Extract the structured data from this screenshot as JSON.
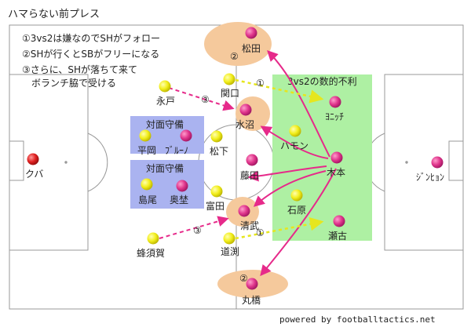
{
  "title": "ハマらない前プレス",
  "notes": [
    "①3vs2は嫌なのでSHがフォロー",
    "②SHが行くとSBがフリーになる",
    "③さらに、SHが落ちて来て",
    "　ボランチ脇で受ける"
  ],
  "credit": "powered by footballtactics.net",
  "zones": {
    "numerical_disadvantage": "3vs2の数的不利",
    "marking_top": "対面守備",
    "marking_bottom": "対面守備"
  },
  "markers": {
    "m1": "①",
    "m2": "②",
    "m3": "③"
  },
  "players": {
    "pink": {
      "matsuda": "松田",
      "yonitchi": "ﾖﾆｯﾁ",
      "mizunuma": "水沼",
      "bruno": "ﾌﾞﾙｰﾉ",
      "fujita": "藤田",
      "kimoto": "木本",
      "okuzumi": "奥埜",
      "kiyotake": "清武",
      "segoe": "瀬古",
      "maruhashi": "丸橋",
      "jinhyeon": "ｼﾞﾝﾋｮﾝ"
    },
    "yellow": {
      "nagato": "永戸",
      "sekiguchi": "関口",
      "hiraoka": "平岡",
      "matsushita": "松下",
      "hamon": "ハモン",
      "shimao": "島尾",
      "tomita": "富田",
      "ishihara": "石原",
      "hachisuka": "蜂須賀",
      "michibuchi": "道渕"
    },
    "red": {
      "kuba": "クバ"
    }
  },
  "colors": {
    "pink_team": "#e0358c",
    "yellow_team": "#f2ee1b",
    "goalkeeper": "#e02020",
    "press_arrow": "#e62a8a",
    "movement_arrow": "#e6e61e",
    "green_zone": "#aef0a3",
    "blue_zone": "#aab3f0",
    "orange_zone": "#f5c99c"
  }
}
